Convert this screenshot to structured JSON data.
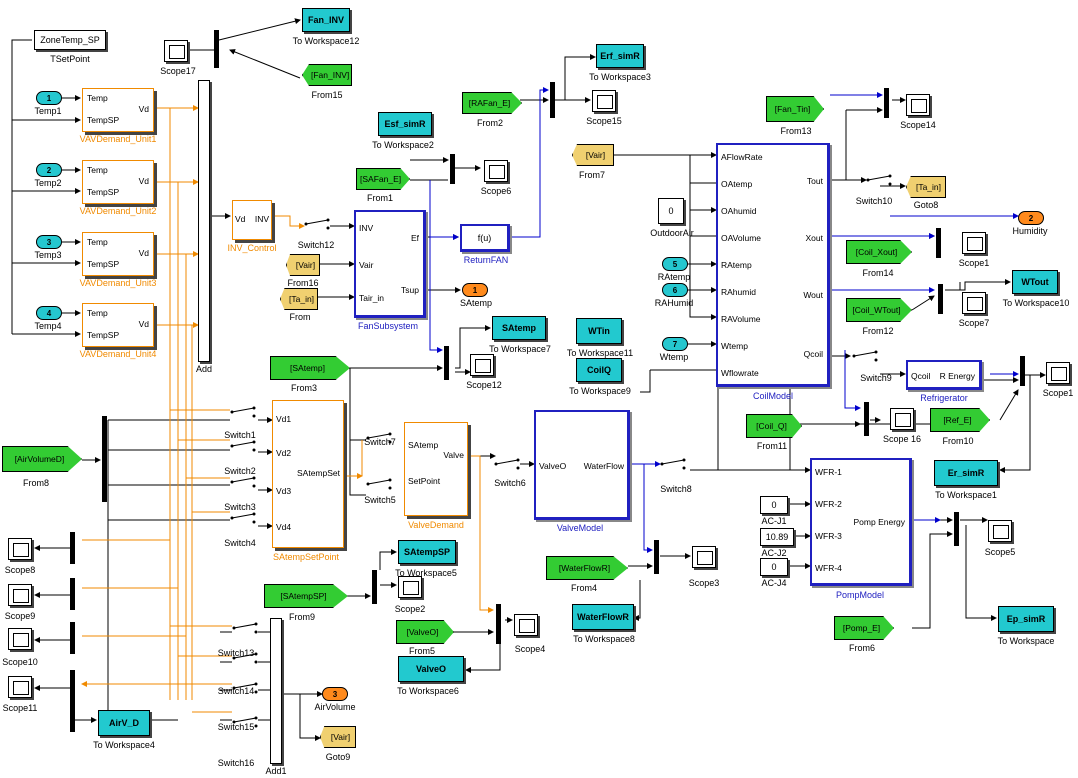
{
  "colors": {
    "subsystem_orange": "#f08a00",
    "subsystem_blue": "#2020c0",
    "goto_green": "#33cc33",
    "workspace_cyan": "#22c9cf",
    "inport_cyan": "#25c7cf",
    "outport_orange": "#ff8a1c",
    "from_yellow": "#f0d070",
    "wire_blue": "#0000cc",
    "wire_orange": "#f08a00"
  },
  "constants": {
    "zonetemp": "ZoneTemp_SP",
    "zero": "0",
    "acj2": "10.89"
  },
  "blocks": {
    "tsetpoint": "TSetPoint",
    "vav1": "VAVDemand_Unit1",
    "vav2": "VAVDemand_Unit2",
    "vav3": "VAVDemand_Unit3",
    "vav4": "VAVDemand_Unit4",
    "inv_control": "INV_Control",
    "fansub": "FanSubsystem",
    "returnfan": "ReturnFAN",
    "returnfan_fn": "f(u)",
    "coilmodel": "CoilModel",
    "refrigerator": "Refrigerator",
    "valvemodel": "ValveModel",
    "valvedemand": "ValveDemand",
    "sasetpoint": "SAtempSetPoint",
    "pompmodel": "PompModel",
    "add": "Add",
    "add1": "Add1",
    "outdoorair": "OutdoorAir",
    "acj1": "AC-J1",
    "acj2": "AC-J2",
    "acj4": "AC-J4"
  },
  "ports": {
    "temp": "Temp",
    "tempsp": "TempSP",
    "vd": "Vd",
    "inv": "INV",
    "vair": "Vair",
    "tair_in": "Tair_in",
    "ef": "Ef",
    "tsup": "Tsup",
    "aflowrate": "AFlowRate",
    "oatemp": "OAtemp",
    "oahumid": "OAhumid",
    "oavolume": "OAVolume",
    "ratemp": "RAtemp",
    "rahumid": "RAhumid",
    "ravolume": "RAVolume",
    "wtemp": "Wtemp",
    "wflowrate": "Wflowrate",
    "tout": "Tout",
    "xout": "Xout",
    "wout": "Wout",
    "qcoil": "Qcoil",
    "renergy": "R Energy",
    "vd1": "Vd1",
    "vd2": "Vd2",
    "vd3": "Vd3",
    "vd4": "Vd4",
    "satempset": "SAtempSet",
    "satemp": "SAtemp",
    "setpoint": "SetPoint",
    "valve": "Valve",
    "valveo": "ValveO",
    "waterflow": "WaterFlow",
    "wfr1": "WFR-1",
    "wfr2": "WFR-2",
    "wfr3": "WFR-3",
    "wfr4": "WFR-4",
    "pompenergy": "Pomp Energy"
  },
  "inports": [
    {
      "num": "1",
      "label": "Temp1"
    },
    {
      "num": "2",
      "label": "Temp2"
    },
    {
      "num": "3",
      "label": "Temp3"
    },
    {
      "num": "4",
      "label": "Temp4"
    },
    {
      "num": "5",
      "label": "RAtemp"
    },
    {
      "num": "6",
      "label": "RAHumid"
    },
    {
      "num": "7",
      "label": "Wtemp"
    }
  ],
  "outports": [
    {
      "num": "1",
      "label": "SAtemp"
    },
    {
      "num": "2",
      "label": "Humidity"
    },
    {
      "num": "3",
      "label": "AirVolume"
    }
  ],
  "froms": [
    {
      "tag": "[Fan_INV]",
      "label": "From15"
    },
    {
      "tag": "[RAFan_E]",
      "label": "From2"
    },
    {
      "tag": "[SAFan_E]",
      "label": "From1"
    },
    {
      "tag": "[Vair]",
      "label": "From7"
    },
    {
      "tag": "[Fan_Tin]",
      "label": "From13"
    },
    {
      "tag": "[Vair]",
      "label": "From16"
    },
    {
      "tag": "[Ta_in]",
      "label": "From"
    },
    {
      "tag": "[Coil_Xout]",
      "label": "From14"
    },
    {
      "tag": "[Coil_WTout]",
      "label": "From12"
    },
    {
      "tag": "[SAtemp]",
      "label": "From3"
    },
    {
      "tag": "[AirVolumeD]",
      "label": "From8"
    },
    {
      "tag": "[Coil_Q]",
      "label": "From11"
    },
    {
      "tag": "[Ref_E]",
      "label": "From10"
    },
    {
      "tag": "[WaterFlowR]",
      "label": "From4"
    },
    {
      "tag": "[SAtempSP]",
      "label": "From9"
    },
    {
      "tag": "[ValveO]",
      "label": "From5"
    },
    {
      "tag": "[Pomp_E]",
      "label": "From6"
    }
  ],
  "gotos": [
    {
      "tag": "[Ta_in]",
      "label": "Goto8"
    },
    {
      "tag": "[Vair]",
      "label": "Goto9"
    }
  ],
  "workspaces": [
    {
      "var": "Fan_INV",
      "label": "To Workspace12"
    },
    {
      "var": "Erf_simR",
      "label": "To Workspace3"
    },
    {
      "var": "Esf_simR",
      "label": "To Workspace2"
    },
    {
      "var": "WTout",
      "label": "To Workspace10"
    },
    {
      "var": "SAtemp",
      "label": "To Workspace7"
    },
    {
      "var": "WTin",
      "label": "To Workspace11"
    },
    {
      "var": "CoilQ",
      "label": "To Workspace9"
    },
    {
      "var": "Er_simR",
      "label": "To Workspace1"
    },
    {
      "var": "SAtempSP",
      "label": "To Workspace5"
    },
    {
      "var": "WaterFlowR",
      "label": "To Workspace8"
    },
    {
      "var": "ValveO",
      "label": "To Workspace6"
    },
    {
      "var": "Ep_simR",
      "label": "To Workspace"
    },
    {
      "var": "AirV_D",
      "label": "To Workspace4"
    }
  ],
  "scopes": [
    "Scope17",
    "Scope15",
    "Scope6",
    "Scope14",
    "Scope1",
    "Scope7",
    "Scope12",
    "Scope 16",
    "Scope1",
    "Scope5",
    "Scope2",
    "Scope3",
    "Scope4",
    "Scope8",
    "Scope9",
    "Scope10",
    "Scope11"
  ],
  "switches": [
    "Switch12",
    "Switch10",
    "Switch9",
    "Switch7",
    "Switch5",
    "Switch6",
    "Switch8",
    "Switch1",
    "Switch2",
    "Switch3",
    "Switch4",
    "Switch13",
    "Switch14",
    "Switch15",
    "Switch16"
  ]
}
